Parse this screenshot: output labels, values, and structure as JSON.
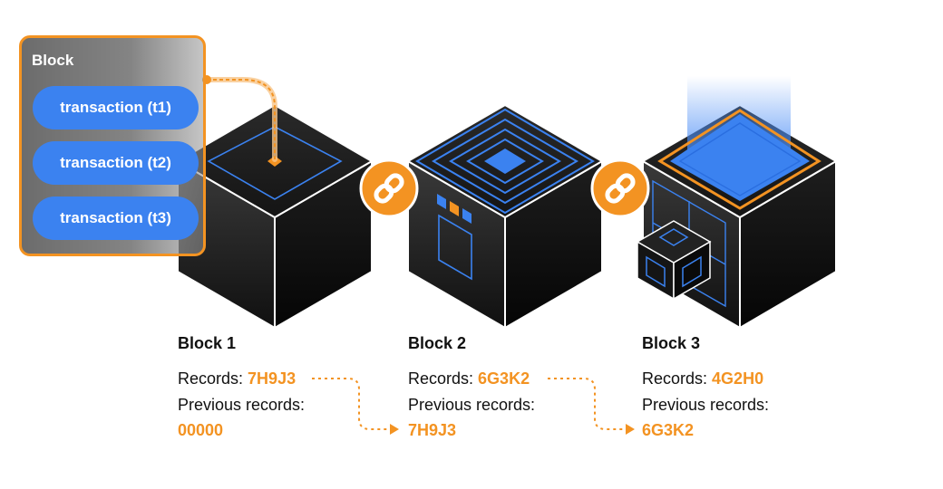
{
  "popup": {
    "title": "Block",
    "transactions": [
      "transaction (t1)",
      "transaction (t2)",
      "transaction (t3)"
    ]
  },
  "blocks": [
    {
      "title": "Block 1",
      "records_label": "Records:",
      "records": "7H9J3",
      "prev_label": "Previous records:",
      "prev": "00000"
    },
    {
      "title": "Block 2",
      "records_label": "Records:",
      "records": "6G3K2",
      "prev_label": "Previous records:",
      "prev": "7H9J3"
    },
    {
      "title": "Block 3",
      "records_label": "Records:",
      "records": "4G2H0",
      "prev_label": "Previous records:",
      "prev": "6G3K2"
    }
  ],
  "link_icons": [
    "link-icon",
    "link-icon"
  ],
  "colors": {
    "accent": "#f39322",
    "blue": "#3b82f0",
    "cube_dark": "#111111",
    "popup_bg": "#7a7a7a"
  }
}
